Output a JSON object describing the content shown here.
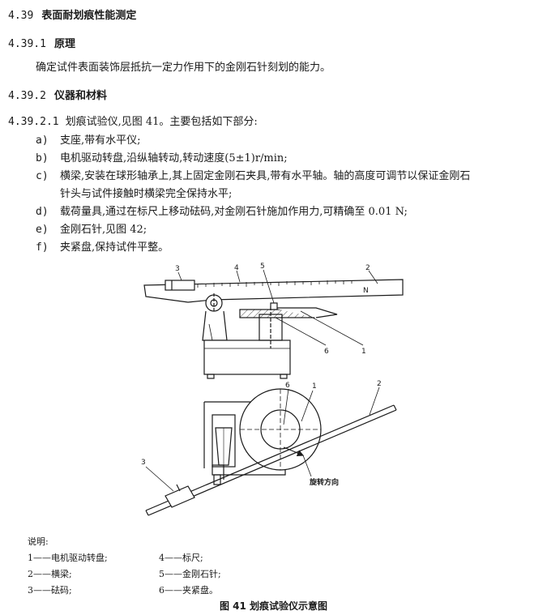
{
  "section": {
    "num": "4.39",
    "title": "表面耐划痕性能测定"
  },
  "principle": {
    "num": "4.39.1",
    "title": "原理",
    "text": "确定试件表面装饰层抵抗一定力作用下的金刚石针刻划的能力。"
  },
  "instruments": {
    "num": "4.39.2",
    "title": "仪器和材料"
  },
  "apparatus": {
    "num": "4.39.2.1",
    "intro": "划痕试验仪,见图 41。主要包括如下部分:",
    "items": [
      {
        "label": "a)",
        "text": "支座,带有水平仪;"
      },
      {
        "label": "b)",
        "text": "电机驱动转盘,沿纵轴转动,转动速度(5±1)r/min;"
      },
      {
        "label": "c)",
        "text": "横梁,安装在球形轴承上,其上固定金刚石夹具,带有水平轴。轴的高度可调节以保证金刚石",
        "cont": "针头与试件接触时横梁完全保持水平;"
      },
      {
        "label": "d)",
        "text": "载荷量具,通过在标尺上移动砝码,对金刚石针施加作用力,可精确至 0.01 N;"
      },
      {
        "label": "e)",
        "text": "金刚石针,见图 42;"
      },
      {
        "label": "f)",
        "text": "夹紧盘,保持试件平整。"
      }
    ]
  },
  "figure": {
    "callouts_top": {
      "c1": "1",
      "c2": "2",
      "c3": "3",
      "c4": "4",
      "c5": "5",
      "c6": "6",
      "n": "N"
    },
    "callouts_bottom": {
      "c1": "1",
      "c2": "2",
      "c3": "3",
      "c6": "6"
    },
    "rotation": "旋转方向"
  },
  "legend": {
    "title": "说明:",
    "entries": [
      {
        "text": "1——电机驱动转盘;"
      },
      {
        "text": "4——标尺;"
      },
      {
        "text": "2——横梁;"
      },
      {
        "text": "5——金刚石针;"
      },
      {
        "text": "3——砝码;"
      },
      {
        "text": "6——夹紧盘。"
      }
    ]
  },
  "caption": "图 41   划痕试验仪示意图"
}
